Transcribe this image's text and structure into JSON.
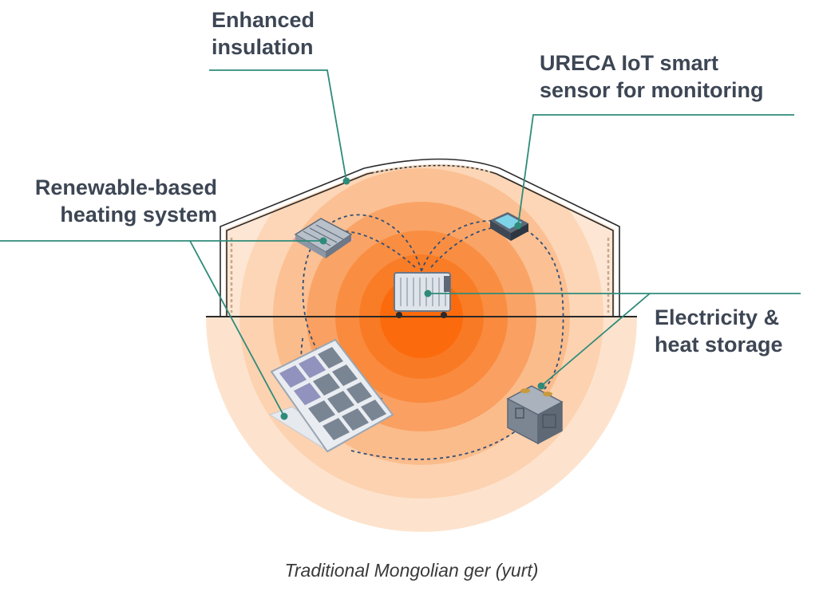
{
  "labels": {
    "insulation": [
      "Enhanced",
      "insulation"
    ],
    "sensor": [
      "URECA IoT smart",
      "sensor for monitoring"
    ],
    "heating": [
      "Renewable-based",
      "heating system"
    ],
    "storage": [
      "Electricity &",
      "heat storage"
    ]
  },
  "caption": "Traditional Mongolian ger (yurt)",
  "colors": {
    "text": "#3d4654",
    "leader_line": "#2e8b7a",
    "heat_core": "#ff6a00",
    "heat_outer": "#fde0c8",
    "dashed_path": "#2f4f7a"
  }
}
